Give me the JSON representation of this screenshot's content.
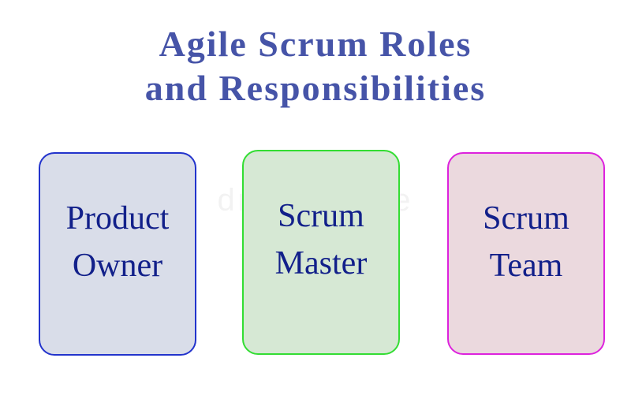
{
  "title": {
    "line1": "Agile Scrum Roles",
    "line2": "and Responsibilities"
  },
  "watermark": "dreamstime",
  "colors": {
    "title": "#4654a8",
    "label_text": "#12208a",
    "product_owner_border": "#2233cc",
    "product_owner_fill": "#d9dde9",
    "scrum_master_border": "#33dd33",
    "scrum_master_fill": "#d6e8d4",
    "scrum_team_border": "#dd22dd",
    "scrum_team_fill": "#ebd9de"
  },
  "cards": [
    {
      "line1": "Product",
      "line2": "Owner"
    },
    {
      "line1": "Scrum",
      "line2": "Master"
    },
    {
      "line1": "Scrum",
      "line2": "Team"
    }
  ]
}
